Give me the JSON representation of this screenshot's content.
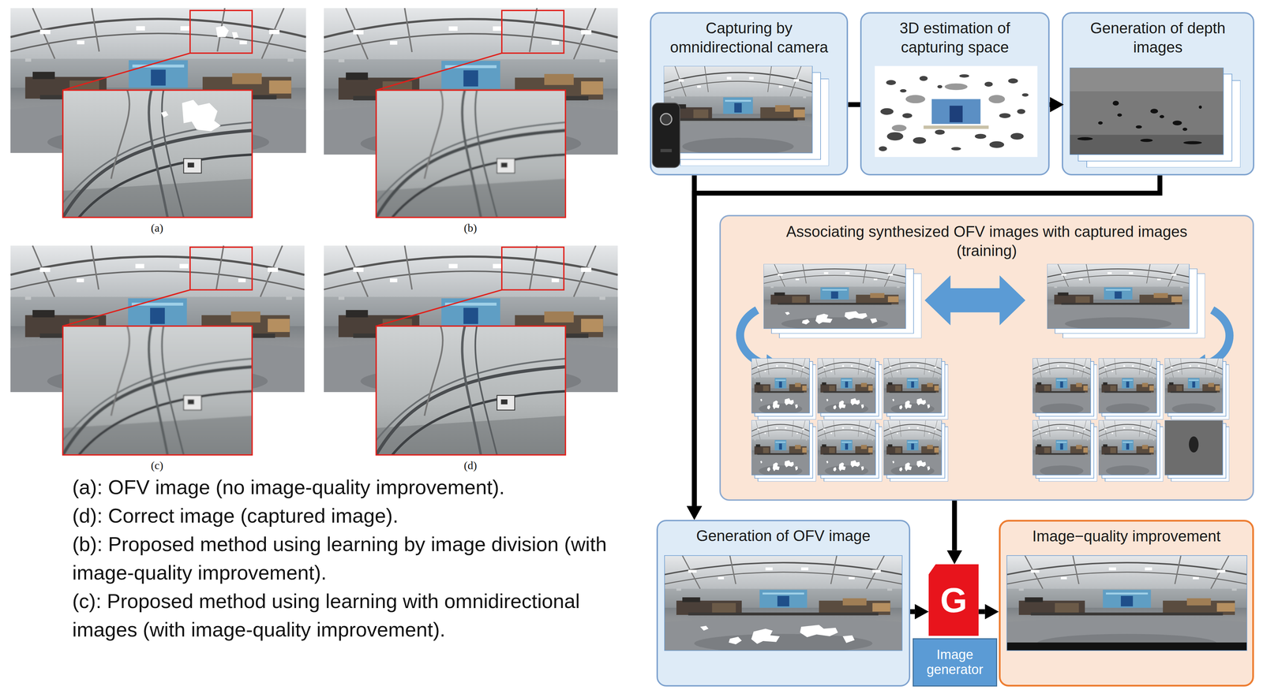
{
  "diagram": {
    "nodes": [
      {
        "text": [
          "Capturing by omnidirectional camera"
        ]
      },
      {
        "text": [
          "3D estimation of capturing space"
        ]
      },
      {
        "text": [
          "Generation of depth images"
        ]
      },
      {
        "text": [
          "Associating synthesized OFV images with captured images (training)"
        ]
      },
      {
        "text": [
          "Generation of OFV image"
        ]
      },
      {
        "text": [
          "G"
        ]
      },
      {
        "text": [
          "Image generator"
        ]
      },
      {
        "text": [
          "Image−quality improvement"
        ]
      }
    ],
    "edges": [
      {
        "from": 0,
        "to": 1,
        "arrow": "none"
      },
      {
        "from": 1,
        "to": 2,
        "arrow": "to"
      },
      {
        "from": 0,
        "to": 4,
        "arrow": "to"
      },
      {
        "from": 2,
        "to": 4,
        "arrow": "to"
      },
      {
        "from": 3,
        "to": 5,
        "arrow": "to"
      },
      {
        "from": 4,
        "to": 5,
        "arrow": "to"
      },
      {
        "from": 5,
        "to": 7,
        "arrow": "to"
      }
    ],
    "labels": [
      "(a)",
      "(b)",
      "(c)",
      "(d)",
      "(a): OFV image (no image-quality improvement).",
      "(d): Correct image (captured image).",
      "(b): Proposed method using learning by image division (with image-quality improvement).",
      "(c): Proposed method using learning with omnidirectional images (with image-quality improvement)."
    ]
  }
}
